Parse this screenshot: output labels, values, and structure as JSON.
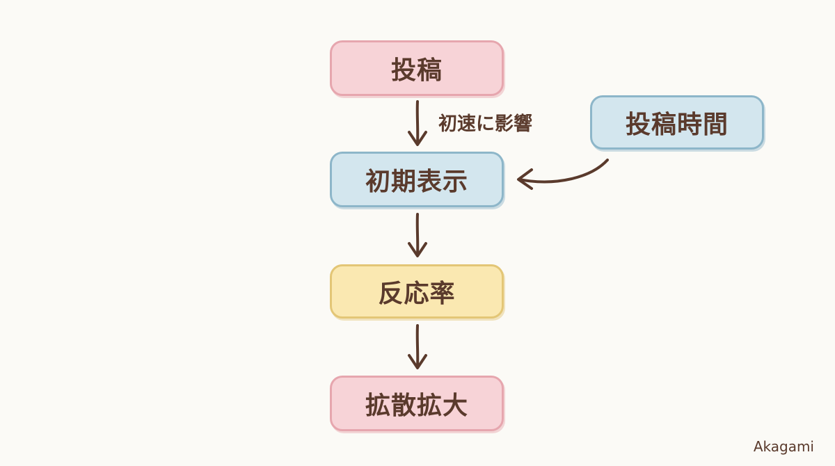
{
  "nodes": {
    "post": "投稿",
    "post_time": "投稿時間",
    "initial_display": "初期表示",
    "reaction_rate": "反応率",
    "spread": "拡散拡大"
  },
  "edges": [
    {
      "from": "post",
      "to": "initial_display",
      "label": "初速に影響"
    },
    {
      "from": "post_time",
      "to": "initial_display"
    },
    {
      "from": "initial_display",
      "to": "reaction_rate"
    },
    {
      "from": "reaction_rate",
      "to": "spread"
    }
  ],
  "watermark": "Akagami",
  "colors": {
    "pink_fill": "#f7d3d7",
    "blue_fill": "#d3e6ee",
    "yellow_fill": "#fae8b1",
    "arrow": "#5a3a2c",
    "text": "#5a3a2c"
  }
}
